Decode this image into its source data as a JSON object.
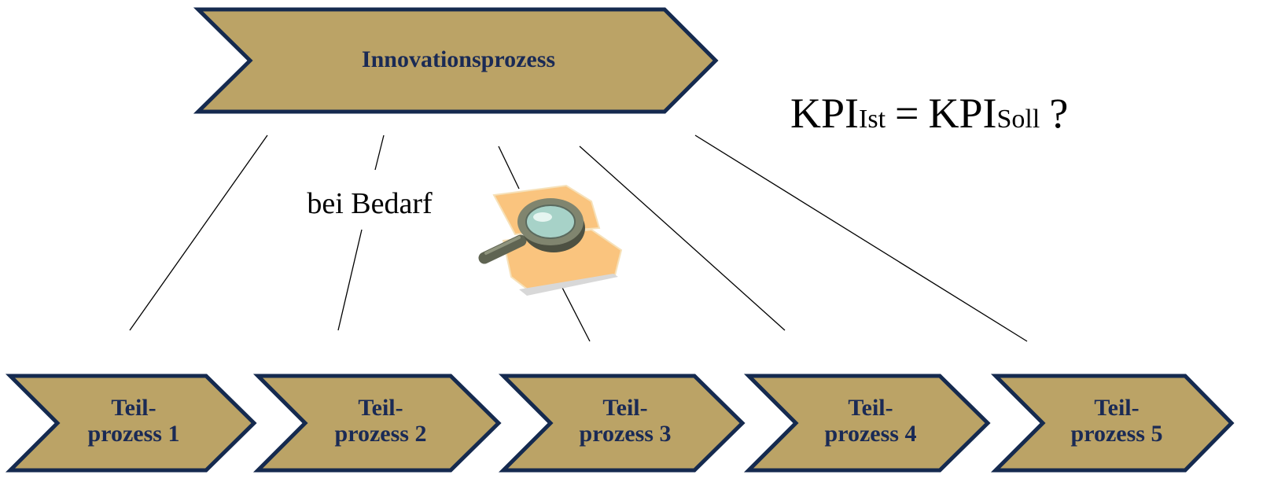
{
  "main_process": {
    "label": "Innovationsprozess"
  },
  "sub_processes": [
    {
      "line1": "Teil-",
      "line2": "prozess 1"
    },
    {
      "line1": "Teil-",
      "line2": "prozess 2"
    },
    {
      "line1": "Teil-",
      "line2": "prozess 3"
    },
    {
      "line1": "Teil-",
      "line2": "prozess 4"
    },
    {
      "line1": "Teil-",
      "line2": "prozess 5"
    }
  ],
  "connector_label": "bei Bedarf",
  "formula": {
    "base": "KPI",
    "sub_ist": "Ist",
    "equals": "=",
    "sub_soll": "Soll",
    "question": "?"
  },
  "colors": {
    "chevron_fill": "#bba366",
    "chevron_border": "#152a4f",
    "label_text": "#1a2a55"
  },
  "icons": {
    "inspection": "magnifier-on-document-icon"
  }
}
